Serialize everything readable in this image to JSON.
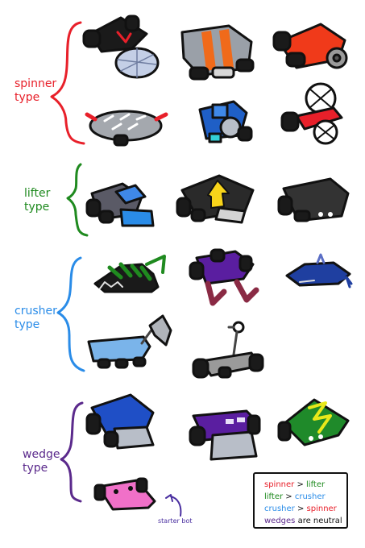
{
  "categories": [
    {
      "label_line1": "spinner",
      "label_line2": "type",
      "color": "#e8202a"
    },
    {
      "label_line1": "lifter",
      "label_line2": "type",
      "color": "#1f8a1f"
    },
    {
      "label_line1": "crusher",
      "label_line2": "type",
      "color": "#2a8ce8"
    },
    {
      "label_line1": "wedge",
      "label_line2": "type",
      "color": "#5b2a8c"
    }
  ],
  "legend": {
    "line1": {
      "a": "spinner",
      "op": " > ",
      "b": "lifter"
    },
    "line2": {
      "a": "lifter",
      "op": " > ",
      "b": "crusher"
    },
    "line3": {
      "a": "crusher",
      "op": " > ",
      "b": "spinner"
    },
    "line4": {
      "a": "wedges",
      "rest": " are neutral"
    }
  },
  "starter_label": "starter bot",
  "colors": {
    "spinner": "#e8202a",
    "lifter": "#1f8a1f",
    "crusher": "#2a8ce8",
    "wedge": "#5b2a8c",
    "text": "#111111"
  }
}
